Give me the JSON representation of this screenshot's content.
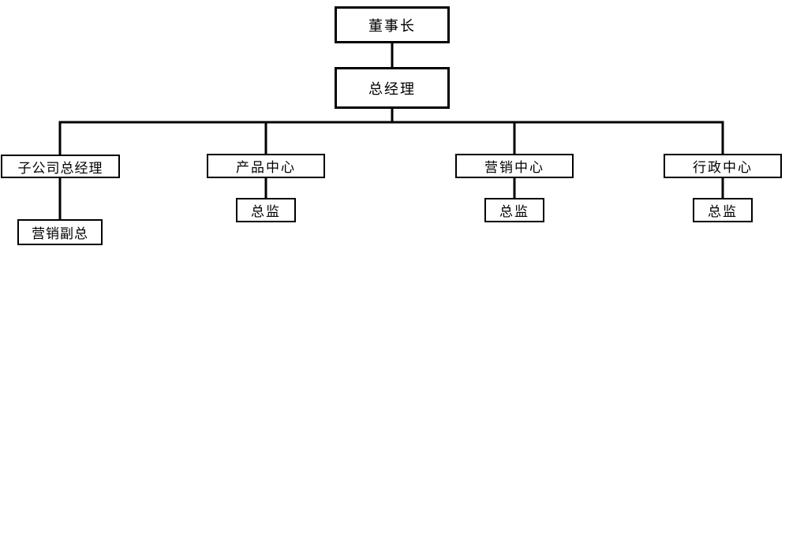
{
  "diagram": {
    "type": "org-chart",
    "line_color": "#000000",
    "box_border_color": "#000000",
    "box_fill_color": "#ffffff",
    "nodes": {
      "chairman": {
        "label": "董事长"
      },
      "general_manager": {
        "label": "总经理"
      },
      "subsidiary_gm": {
        "label": "子公司总经理"
      },
      "product_center": {
        "label": "产品中心"
      },
      "marketing_center": {
        "label": "营销中心"
      },
      "admin_center": {
        "label": "行政中心"
      },
      "marketing_vp": {
        "label": "营销副总"
      },
      "product_director": {
        "label": "总监"
      },
      "marketing_director": {
        "label": "总监"
      },
      "admin_director": {
        "label": "总监"
      }
    },
    "edges": [
      {
        "from": "chairman",
        "to": "general_manager"
      },
      {
        "from": "general_manager",
        "to": "subsidiary_gm"
      },
      {
        "from": "general_manager",
        "to": "product_center"
      },
      {
        "from": "general_manager",
        "to": "marketing_center"
      },
      {
        "from": "general_manager",
        "to": "admin_center"
      },
      {
        "from": "subsidiary_gm",
        "to": "marketing_vp"
      },
      {
        "from": "product_center",
        "to": "product_director"
      },
      {
        "from": "marketing_center",
        "to": "marketing_director"
      },
      {
        "from": "admin_center",
        "to": "admin_director"
      }
    ]
  }
}
